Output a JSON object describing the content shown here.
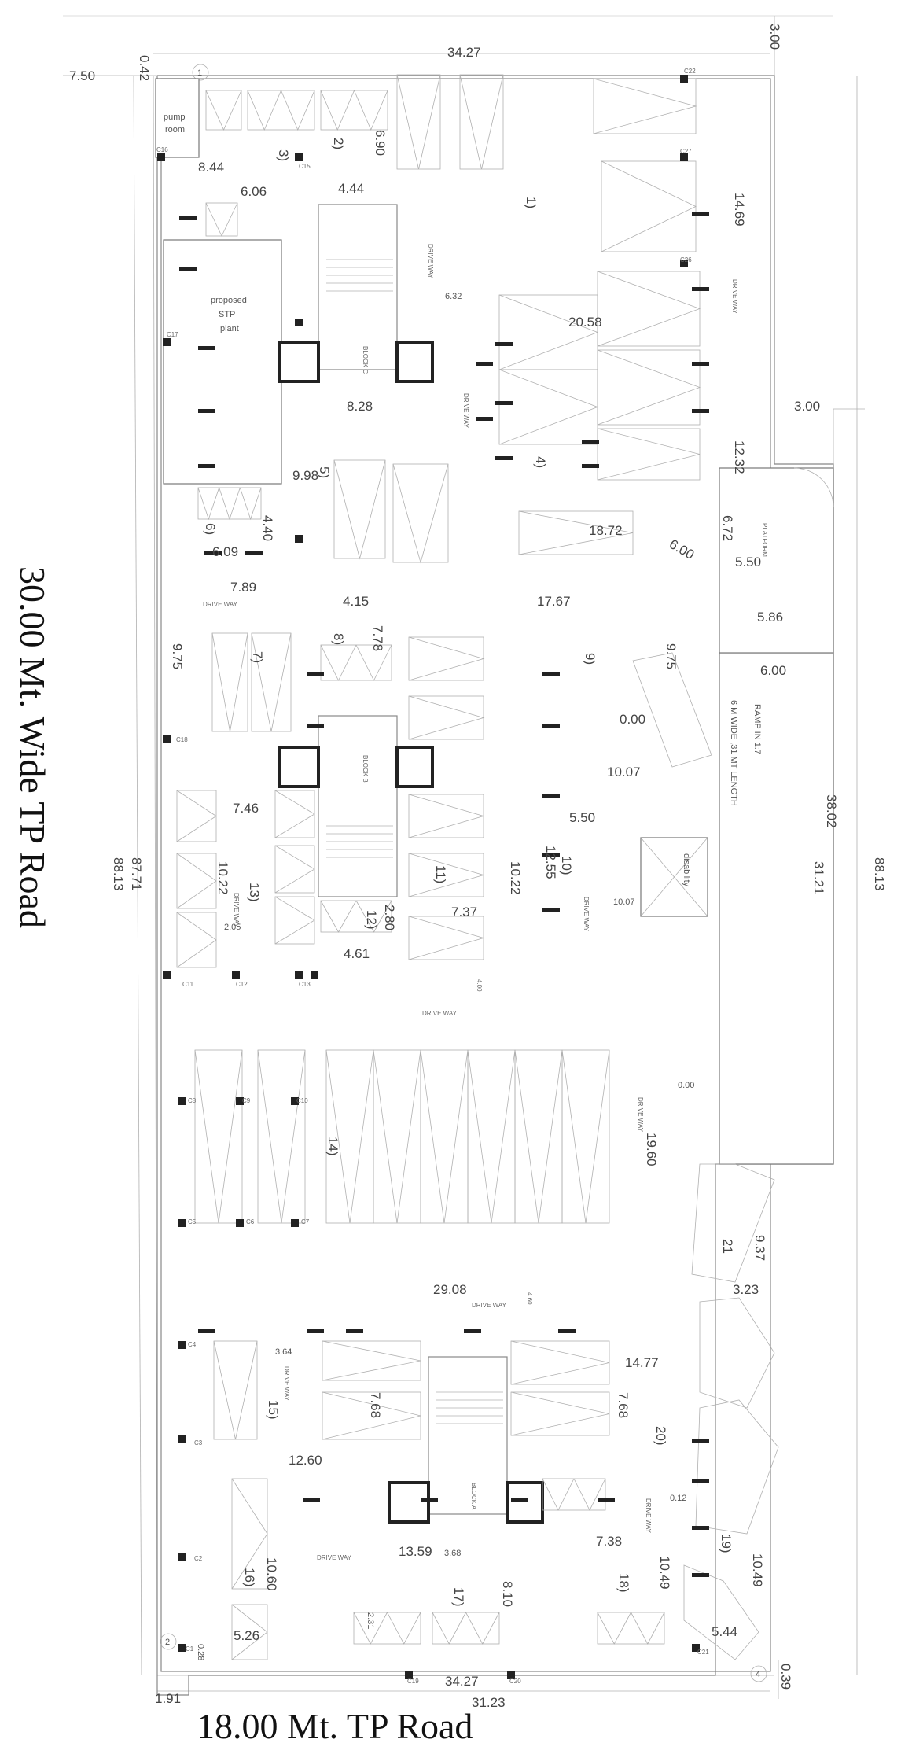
{
  "roads": {
    "left": "30.00 Mt. Wide TP Road",
    "bottom": "18.00 Mt. TP Road"
  },
  "rooms": {
    "pump": [
      "pump",
      "room"
    ],
    "stp": [
      "proposed",
      "STP",
      "plant"
    ],
    "ramp": [
      "6 M WIDE ,31 MT LENGTH",
      "RAMP IN 1:7"
    ],
    "disability": "disability",
    "platform": "PLATFORM"
  },
  "blocks": {
    "c": "BLOCK C",
    "b": "BLOCK B",
    "a": "BLOCK A"
  },
  "drive_way": "DRIVE WAY",
  "corner_marks": {
    "tl": "1",
    "bl": "2",
    "br": "4"
  },
  "dimensions": {
    "top_width": "34.27",
    "top_right_offset": "3.00",
    "top_left_offset": "7.50",
    "top_left_small": "0.42",
    "pump_h": "8.44",
    "width_606": "6.06",
    "width_444": "4.44",
    "h_690": "6.90",
    "dw_632": "6.32",
    "h_1469": "14.69",
    "w_2058": "20.58",
    "w_828": "8.28",
    "right_300": "3.00",
    "h_998": "9.98",
    "h_1232": "12.32",
    "h_440": "4.40",
    "w_609": "6.09",
    "w_1872": "18.72",
    "h_672": "6.72",
    "d_600a": "6.00",
    "w_550a": "5.50",
    "w_789": "7.89",
    "w_415": "4.15",
    "w_1767": "17.67",
    "w_586": "5.86",
    "h_975a": "9.75",
    "h_778": "7.78",
    "h_975b": "9.75",
    "w_600b": "6.00",
    "z_000a": "0.00",
    "w_1007a": "10.07",
    "w_746": "7.46",
    "w_550b": "5.50",
    "h_1022a": "10.22",
    "h_1022b": "10.22",
    "h_1255": "12.55",
    "w_1007b": "10.07",
    "s_205": "2.05",
    "h_280": "2.80",
    "w_737": "7.37",
    "w_461": "4.61",
    "d_400": "4.00",
    "left_8771": "87.71",
    "left_8813": "88.13",
    "right_3802": "38.02",
    "right_3121": "31.21",
    "right_8813": "88.13",
    "z_000b": "0.00",
    "h_1960": "19.60",
    "h_937": "9.37",
    "w_323": "3.23",
    "w_2908": "29.08",
    "d_460": "4.60",
    "w_364": "3.64",
    "w_1477": "14.77",
    "h_768a": "7.68",
    "h_768b": "7.68",
    "w_1260": "12.60",
    "s_012": "0.12",
    "w_1359": "13.59",
    "s_368": "3.68",
    "w_738": "7.38",
    "h_1060": "10.60",
    "h_810": "8.10",
    "h_1049a": "10.49",
    "h_1049b": "10.49",
    "s_231": "2.31",
    "w_526": "5.26",
    "w_544": "5.44",
    "s_028": "0.28",
    "s_191": "1.91",
    "bottom_3427": "34.27",
    "bottom_3123": "31.23",
    "s_039": "0.39"
  },
  "parking_numbers": {
    "p1": "1)",
    "p2": "2)",
    "p3": "3)",
    "p4": "4)",
    "p5": "5)",
    "p6": "6)",
    "p7": "7)",
    "p8": "8)",
    "p9": "9)",
    "p10": "10)",
    "p11": "11)",
    "p12": "12)",
    "p13": "13)",
    "p14": "14)",
    "p15": "15)",
    "p16": "16)",
    "p17": "17)",
    "p18": "18)",
    "p19": "19)",
    "p20": "20)",
    "p21": "21"
  },
  "columns": {
    "c1": "C1",
    "c2": "C2",
    "c3": "C3",
    "c4": "C4",
    "c5": "C5",
    "c6": "C6",
    "c7": "C7",
    "c8": "C8",
    "c9": "C9",
    "c10": "C10",
    "c11": "C11",
    "c12": "C12",
    "c13": "C13",
    "c15": "C15",
    "c16": "C16",
    "c17": "C17",
    "c18": "C18",
    "c19": "C19",
    "c20": "C20",
    "c21": "C21",
    "c22": "C22",
    "c26": "C26",
    "c27": "C27"
  }
}
